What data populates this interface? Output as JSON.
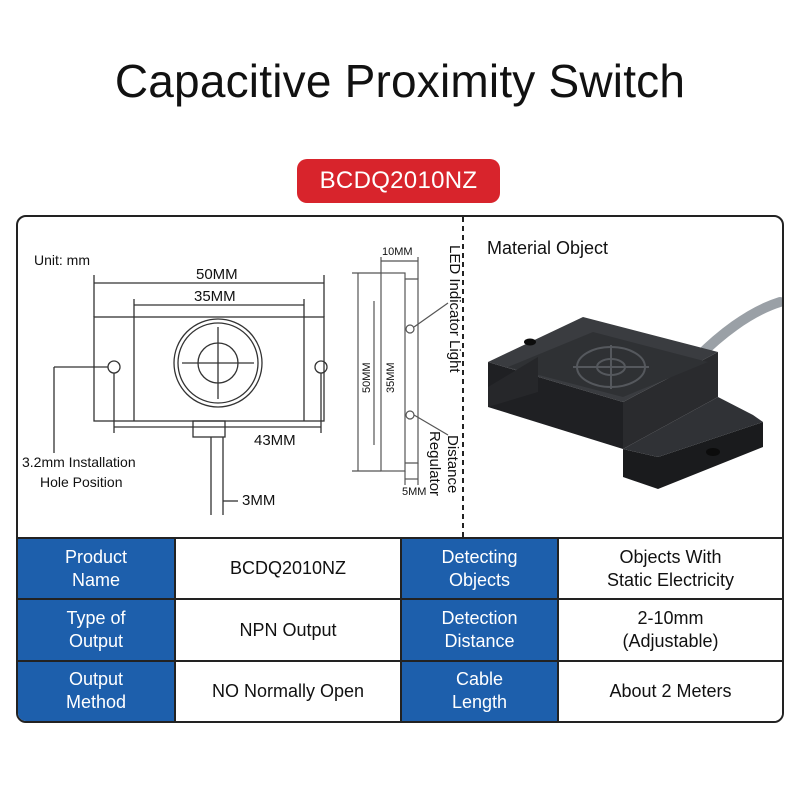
{
  "title": "Capacitive Proximity Switch",
  "model_badge": "BCDQ2010NZ",
  "colors": {
    "accent_red": "#d8242c",
    "table_blue": "#1d5fac"
  },
  "drawing": {
    "unit_label": "Unit: mm",
    "dim_50mm": "50MM",
    "dim_35mm": "35MM",
    "dim_43mm": "43MM",
    "dim_3mm": "3MM",
    "hole_label_line1": "3.2mm Installation",
    "hole_label_line2": "Hole Position",
    "side_dim_10mm": "10MM",
    "side_dim_50mm": "50MM",
    "side_dim_35mm": "35MM",
    "side_dim_5mm": "5MM",
    "led_label": "LED Indicator Light",
    "distance_label_line1": "Distance",
    "distance_label_line2": "Regulator",
    "material_object_label": "Material Object"
  },
  "specs": [
    {
      "key1": [
        "Product",
        "Name"
      ],
      "val1": [
        "BCDQ2010NZ"
      ],
      "key2": [
        "Detecting",
        "Objects"
      ],
      "val2": [
        "Objects With",
        "Static Electricity"
      ]
    },
    {
      "key1": [
        "Type of",
        "Output"
      ],
      "val1": [
        "NPN Output"
      ],
      "key2": [
        "Detection",
        "Distance"
      ],
      "val2": [
        "2-10mm",
        "(Adjustable)"
      ]
    },
    {
      "key1": [
        "Output",
        "Method"
      ],
      "val1": [
        "NO Normally Open"
      ],
      "key2": [
        "Cable",
        "Length"
      ],
      "val2": [
        "About 2 Meters"
      ]
    }
  ]
}
